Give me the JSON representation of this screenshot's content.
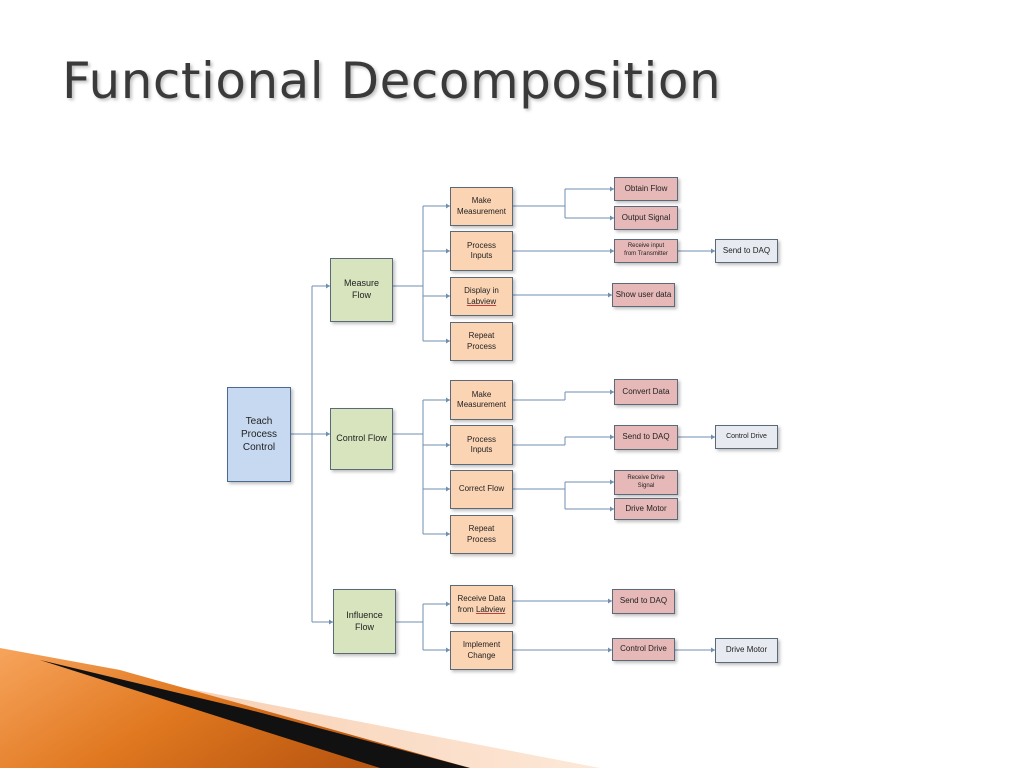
{
  "slide": {
    "title": "Functional Decomposition"
  },
  "diagram": {
    "root": {
      "label": [
        "Teach",
        "Process",
        "Control"
      ]
    },
    "branches": [
      {
        "label": [
          "Measure",
          "Flow"
        ],
        "children": [
          {
            "label": [
              "Make",
              "Measurement"
            ],
            "leaves": [
              {
                "label": [
                  "Obtain Flow"
                ]
              },
              {
                "label": [
                  "Output Signal"
                ]
              }
            ]
          },
          {
            "label": [
              "Process",
              "Inputs"
            ],
            "leaves": [
              {
                "label": [
                  "Receive input",
                  "from Transmitter"
                ],
                "next": {
                  "label": [
                    "Send to DAQ"
                  ]
                }
              }
            ]
          },
          {
            "label": [
              "Display in",
              "Labview"
            ],
            "leaves": [
              {
                "label": [
                  "Show user data"
                ]
              }
            ]
          },
          {
            "label": [
              "Repeat",
              "Process"
            ],
            "leaves": []
          }
        ]
      },
      {
        "label": [
          "Control Flow"
        ],
        "children": [
          {
            "label": [
              "Make",
              "Measurement"
            ],
            "leaves": [
              {
                "label": [
                  "Convert Data"
                ]
              }
            ]
          },
          {
            "label": [
              "Process",
              "Inputs"
            ],
            "leaves": [
              {
                "label": [
                  "Send to DAQ"
                ],
                "next": {
                  "label": [
                    "Control Drive"
                  ]
                }
              }
            ]
          },
          {
            "label": [
              "Correct Flow"
            ],
            "leaves": [
              {
                "label": [
                  "Receive Drive",
                  "Signal"
                ]
              },
              {
                "label": [
                  "Drive Motor"
                ]
              }
            ]
          },
          {
            "label": [
              "Repeat",
              "Process"
            ],
            "leaves": []
          }
        ]
      },
      {
        "label": [
          "Influence",
          "Flow"
        ],
        "children": [
          {
            "label": [
              "Receive Data",
              "from Labview"
            ],
            "leaves": [
              {
                "label": [
                  "Send to DAQ"
                ]
              }
            ]
          },
          {
            "label": [
              "Implement",
              "Change"
            ],
            "leaves": [
              {
                "label": [
                  "Control Drive"
                ],
                "next": {
                  "label": [
                    "Drive Motor"
                  ]
                }
              }
            ]
          }
        ]
      }
    ]
  },
  "colors": {
    "root_fill": "#c6d9f0",
    "level1_fill": "#d7e4bd",
    "level2_fill": "#fbd4b4",
    "level3_fill": "#e6b9b8",
    "level4_fill": "#e8eaf2",
    "connector": "#6f8fb0",
    "accent_orange": "#e07820"
  }
}
